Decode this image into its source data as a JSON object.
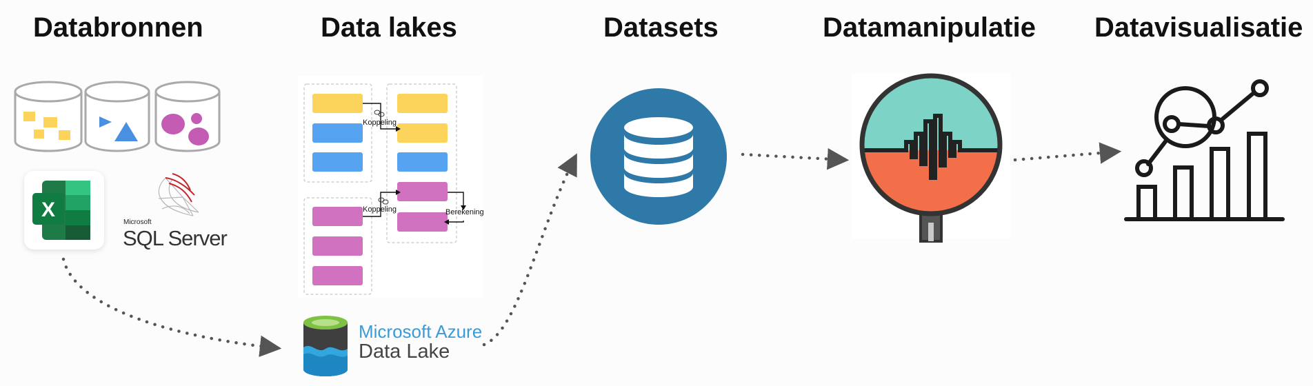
{
  "headings": {
    "sources": "Databronnen",
    "lakes": "Data lakes",
    "datasets": "Datasets",
    "manipulation": "Datamanipulatie",
    "visualization": "Datavisualisatie"
  },
  "sources": {
    "sql_server": {
      "brand": "Microsoft",
      "name": "SQL Server"
    },
    "excel_letter": "X"
  },
  "lakes": {
    "labels": {
      "link_top": "Koppeling",
      "link_bottom": "Koppeling",
      "calculation": "Berekening"
    },
    "colors": {
      "yellow": "#fcd45c",
      "blue": "#56a3f2",
      "magenta": "#d072c0"
    }
  },
  "azure": {
    "line1": "Microsoft Azure",
    "line2": "Data Lake"
  },
  "icons": {
    "dataset": "database-icon",
    "manipulation": "magnifier-waveform-icon",
    "visualization": "line-bar-chart-icon"
  },
  "colors": {
    "dataset_circle": "#2f79a9",
    "magnifier_top": "#7dd3c5",
    "magnifier_bottom": "#f26f4a",
    "arrow": "#555555"
  }
}
